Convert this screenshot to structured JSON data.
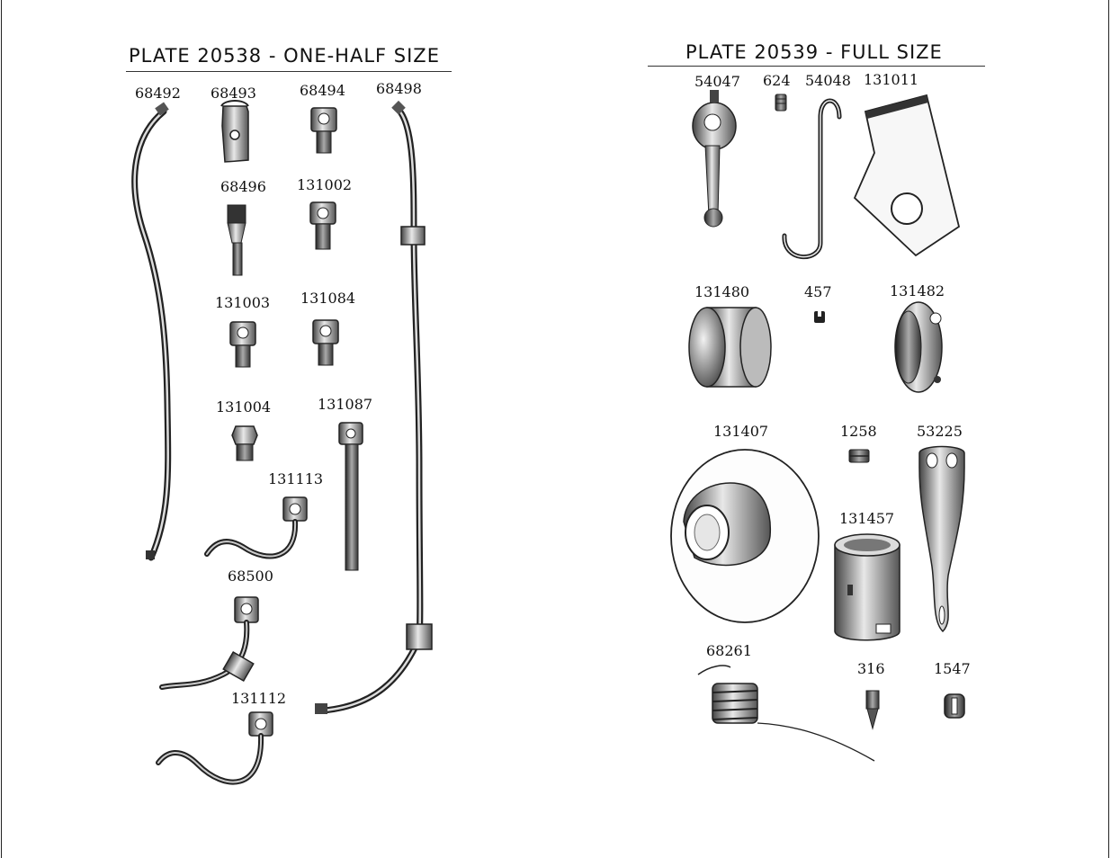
{
  "left_plate": {
    "title": "PLATE 20538 - ONE-HALF SIZE",
    "parts": [
      "68492",
      "68493",
      "68494",
      "68498",
      "68496",
      "131002",
      "131003",
      "131084",
      "131004",
      "131087",
      "131113",
      "68500",
      "131112"
    ]
  },
  "right_plate": {
    "title": "PLATE 20539 - FULL SIZE",
    "parts": [
      "54047",
      "624",
      "54048",
      "131011",
      "131480",
      "457",
      "131482",
      "131407",
      "1258",
      "53225",
      "131457",
      "68261",
      "316",
      "1547"
    ]
  }
}
